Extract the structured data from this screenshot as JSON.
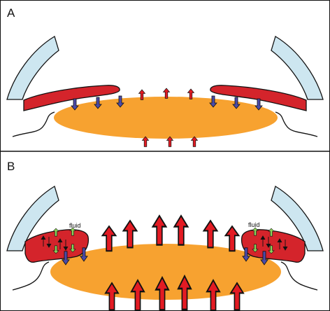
{
  "figure": {
    "colors": {
      "cornea": "#cde6f0",
      "iris": "#d4242b",
      "lens": "#f7a230",
      "arrow_red": "#e31b23",
      "arrow_blue": "#4b4aa8",
      "arrow_green": "#8cd35a",
      "outline": "#111111",
      "background": "#ffffff"
    },
    "panels": [
      {
        "letter": "A",
        "annotations": []
      },
      {
        "letter": "B",
        "annotations": [
          {
            "text": "fluid"
          },
          {
            "text": "fluid"
          }
        ]
      }
    ]
  }
}
